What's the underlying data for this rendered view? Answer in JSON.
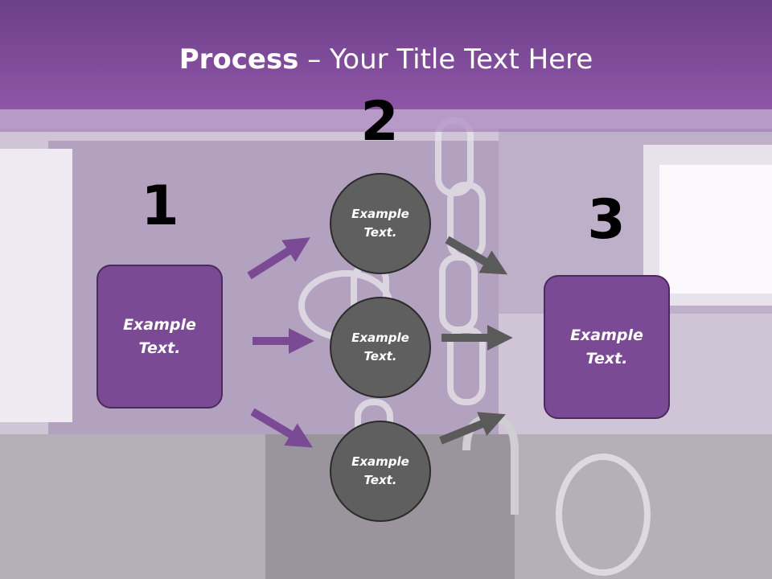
{
  "title": {
    "bold": "Process",
    "rest": " – Your Title Text Here"
  },
  "steps": [
    {
      "number": "1",
      "text": "Example\nText."
    },
    {
      "number": "2"
    },
    {
      "number": "3",
      "text": "Example\nText."
    }
  ],
  "circles": [
    {
      "text": "Example\nText."
    },
    {
      "text": "Example\nText."
    },
    {
      "text": "Example\nText."
    }
  ],
  "colors": {
    "purple": "#7b4a94",
    "dark_purple": "#4c2a5e",
    "gray": "#5f5f5f",
    "arrow_gray": "#5a5a5a",
    "arrow_purple": "#7b4a94"
  }
}
